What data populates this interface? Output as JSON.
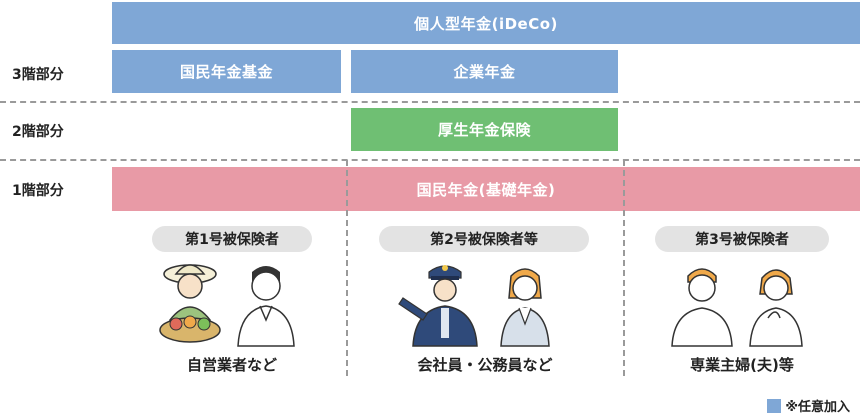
{
  "colors": {
    "blue": "#7fa7d6",
    "green": "#6fbf73",
    "pink": "#e89aa6",
    "pill": "#e3e3e3",
    "dash": "#9a9a9a"
  },
  "tiers": {
    "tier3": "3階部分",
    "tier2": "2階部分",
    "tier1": "1階部分"
  },
  "bars": {
    "ideco": "個人型年金(iDeCo)",
    "national_pension_fund": "国民年金基金",
    "corporate_pension": "企業年金",
    "employee_pension": "厚生年金保険",
    "national_pension": "国民年金(基礎年金)"
  },
  "groups": [
    {
      "pill": "第1号被保険者",
      "caption": "自営業者など"
    },
    {
      "pill": "第2号被保険者等",
      "caption": "会社員・公務員など"
    },
    {
      "pill": "第3号被保険者",
      "caption": "専業主婦(夫)等"
    }
  ],
  "legend": {
    "text": "※任意加入"
  }
}
